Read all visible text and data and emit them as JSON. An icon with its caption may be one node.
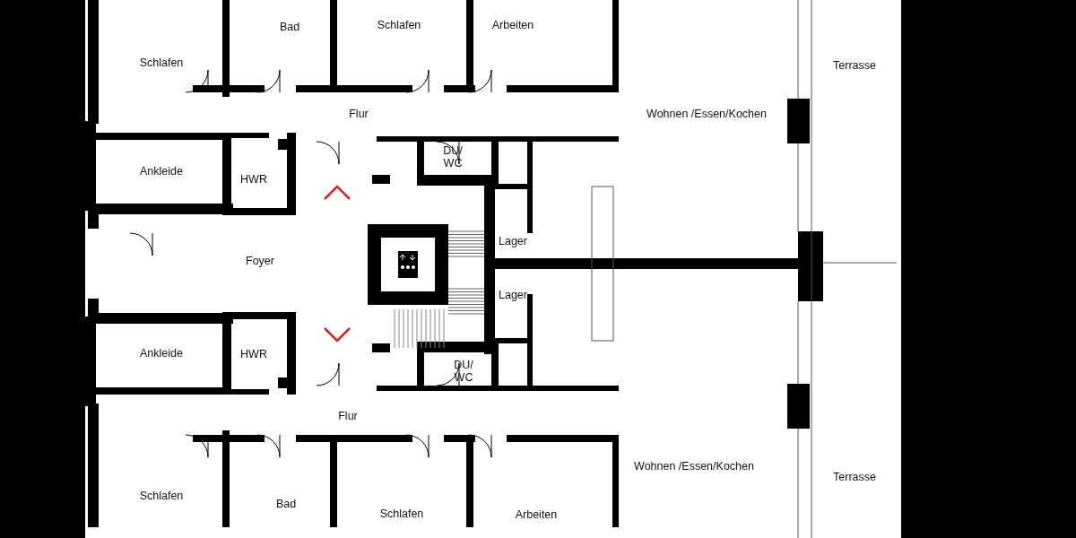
{
  "diagram": {
    "labels": [
      "Bad",
      "Schlafen",
      "Schlafen",
      "Arbeiten",
      "Terrasse",
      "Flur",
      "Wohnen /Essen/Kochen",
      "DU/ WC",
      "Ankleide",
      "HWR",
      "Lager",
      "Foyer",
      "Lager",
      "Ankleide",
      "HWR",
      "DU/ WC",
      "Flur",
      "Wohnen /Essen/Kochen",
      "Terrasse",
      "Schlafen",
      "Bad",
      "Schlafen",
      "Arbeiten"
    ]
  }
}
